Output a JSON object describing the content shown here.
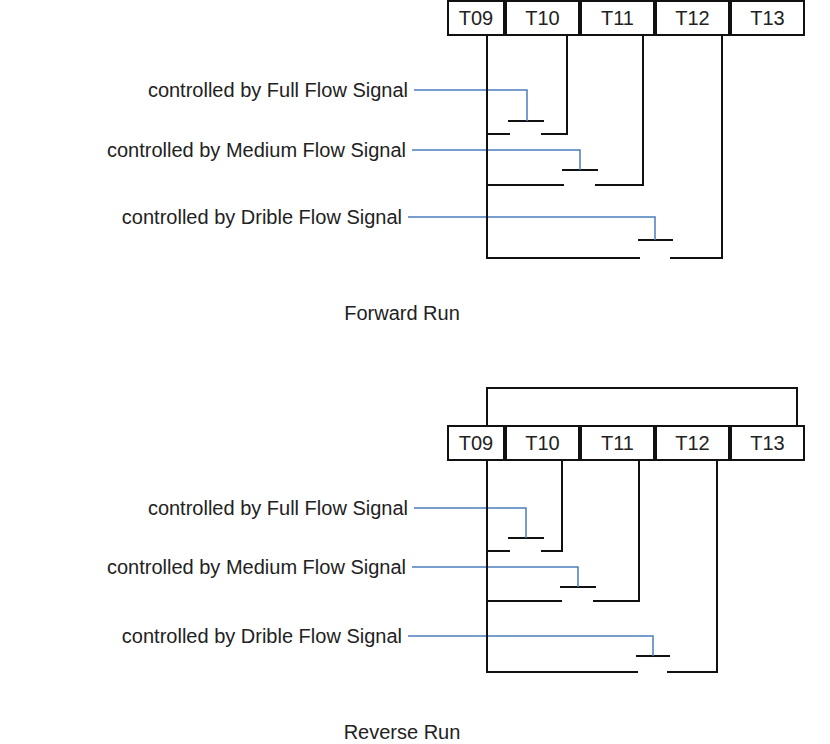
{
  "diagram": {
    "nodes": [
      {
        "text": [
          "T09"
        ]
      },
      {
        "text": [
          "T10"
        ]
      },
      {
        "text": [
          "T11"
        ]
      },
      {
        "text": [
          "T12"
        ]
      },
      {
        "text": [
          "T13"
        ]
      },
      {
        "text": [
          "T09"
        ]
      },
      {
        "text": [
          "T10"
        ]
      },
      {
        "text": [
          "T11"
        ]
      },
      {
        "text": [
          "T12"
        ]
      },
      {
        "text": [
          "T13"
        ]
      }
    ],
    "edges": [
      {
        "from": 0,
        "to": 1,
        "arrow": "none"
      },
      {
        "from": 0,
        "to": 2,
        "arrow": "none"
      },
      {
        "from": 0,
        "to": 3,
        "arrow": "none"
      },
      {
        "from": 5,
        "to": 9,
        "arrow": "none"
      },
      {
        "from": 5,
        "to": 6,
        "arrow": "none"
      },
      {
        "from": 5,
        "to": 7,
        "arrow": "none"
      },
      {
        "from": 5,
        "to": 8,
        "arrow": "none"
      }
    ],
    "labels": [
      "controlled by Full Flow Signal",
      "controlled by Medium Flow Signal",
      "controlled by Drible Flow Signal",
      "Forward Run",
      "controlled by Full Flow Signal",
      "controlled by Medium Flow Signal",
      "controlled by Drible Flow Signal",
      "Reverse Run"
    ]
  }
}
